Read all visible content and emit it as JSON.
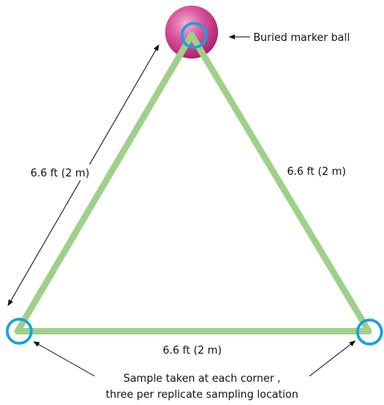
{
  "labels": {
    "marker": "Buried marker ball",
    "left_side": "6.6 ft (2 m)",
    "right_side": "6.6 ft (2 m)",
    "bottom_side": "6.6 ft (2 m)",
    "sample_line1": "Sample taken at each corner ,",
    "sample_line2": "three per replicate sampling location"
  },
  "colors": {
    "triangle": "#9fd08a",
    "ring": "#1aa0dc",
    "marker_ball": "#d2418e"
  }
}
